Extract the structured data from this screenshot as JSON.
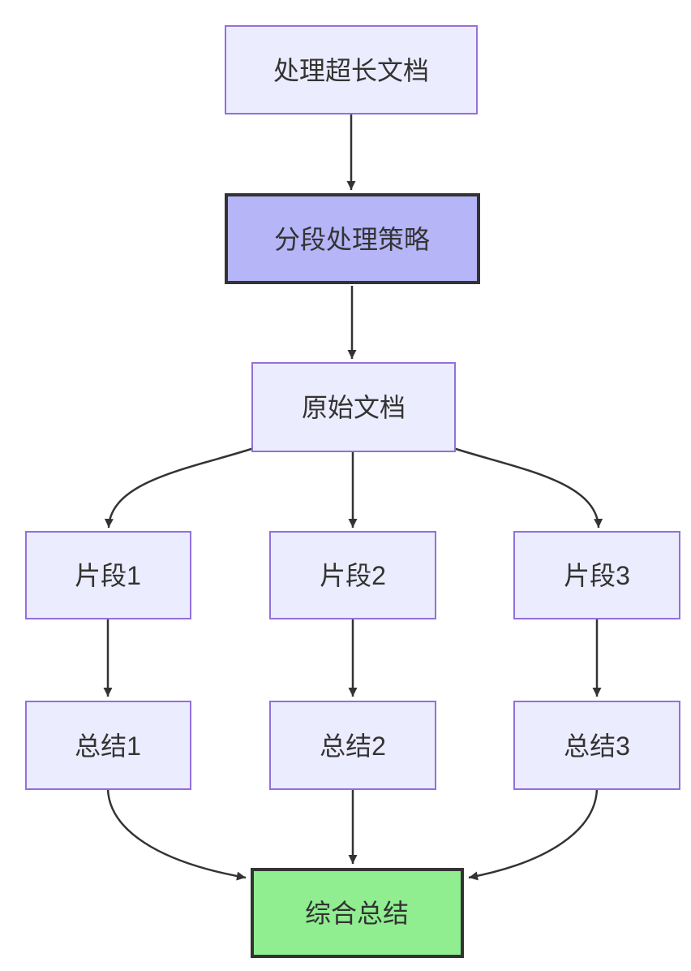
{
  "diagram": {
    "type": "flowchart",
    "direction": "top-down",
    "nodes": [
      {
        "id": "process_long_document",
        "label": "处理超长文档",
        "shape": "rect",
        "style": "default"
      },
      {
        "id": "segmentation_strategy",
        "label": "分段处理策略",
        "shape": "rect",
        "style": "emphasis-purple"
      },
      {
        "id": "original_document",
        "label": "原始文档",
        "shape": "rect",
        "style": "default"
      },
      {
        "id": "fragment_1",
        "label": "片段1",
        "shape": "rect",
        "style": "default"
      },
      {
        "id": "fragment_2",
        "label": "片段2",
        "shape": "rect",
        "style": "default"
      },
      {
        "id": "fragment_3",
        "label": "片段3",
        "shape": "rect",
        "style": "default"
      },
      {
        "id": "summary_1",
        "label": "总结1",
        "shape": "rect",
        "style": "default"
      },
      {
        "id": "summary_2",
        "label": "总结2",
        "shape": "rect",
        "style": "default"
      },
      {
        "id": "summary_3",
        "label": "总结3",
        "shape": "rect",
        "style": "default"
      },
      {
        "id": "final_summary",
        "label": "综合总结",
        "shape": "rect",
        "style": "emphasis-green"
      }
    ],
    "edges": [
      {
        "from": "process_long_document",
        "to": "segmentation_strategy",
        "arrow": "solid"
      },
      {
        "from": "segmentation_strategy",
        "to": "original_document",
        "arrow": "solid"
      },
      {
        "from": "original_document",
        "to": "fragment_1",
        "arrow": "solid"
      },
      {
        "from": "original_document",
        "to": "fragment_2",
        "arrow": "solid"
      },
      {
        "from": "original_document",
        "to": "fragment_3",
        "arrow": "solid"
      },
      {
        "from": "fragment_1",
        "to": "summary_1",
        "arrow": "solid"
      },
      {
        "from": "fragment_2",
        "to": "summary_2",
        "arrow": "solid"
      },
      {
        "from": "fragment_3",
        "to": "summary_3",
        "arrow": "solid"
      },
      {
        "from": "summary_1",
        "to": "final_summary",
        "arrow": "solid"
      },
      {
        "from": "summary_2",
        "to": "final_summary",
        "arrow": "solid"
      },
      {
        "from": "summary_3",
        "to": "final_summary",
        "arrow": "solid"
      }
    ],
    "colors": {
      "background": "#FFFFFF",
      "node_fill": "#ECECFF",
      "node_border": "#9370DB",
      "strategy_fill": "#B5B5F7",
      "strategy_border": "#333333",
      "final_fill": "#90EE90",
      "final_border": "#333333",
      "edge_stroke": "#333333",
      "text": "#333333"
    }
  }
}
